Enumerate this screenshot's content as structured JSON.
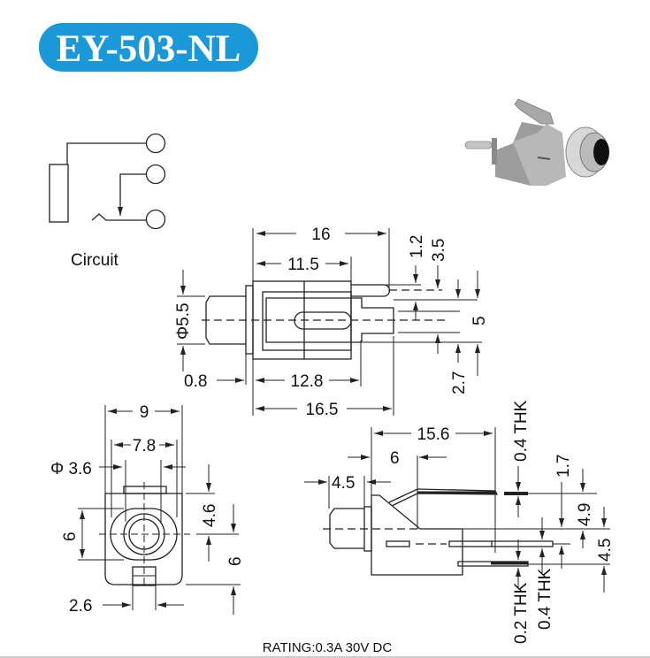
{
  "title": "EY-503-NL",
  "brand_color": "#1a98d8",
  "circuit": {
    "label": "Circuit"
  },
  "top_view": {
    "dims": {
      "d16": "16",
      "d11_5": "11.5",
      "d1_2": "1.2",
      "d3_5": "3.5",
      "phi5_5": "Φ5.5",
      "d5": "5",
      "d0_8": "0.8",
      "d12_8": "12.8",
      "d16_5": "16.5",
      "d2_7": "2.7"
    }
  },
  "front_view": {
    "dims": {
      "d9": "9",
      "d7_8": "7.8",
      "phi3_6": "Φ 3.6",
      "d6_left": "6",
      "d4_6": "4.6",
      "d6_right": "6",
      "d2_6": "2.6"
    }
  },
  "side_view": {
    "dims": {
      "d15_6": "15.6",
      "d6": "6",
      "d4_5_left": "4.5",
      "thk_top": "0.4 THK",
      "d1_7": "1.7",
      "d4_9": "4.9",
      "d4_5_right": "4.5",
      "thk_02": "0.2 THK",
      "thk_04": "0.4 THK"
    }
  },
  "rating": "RATING:0.3A 30V DC"
}
